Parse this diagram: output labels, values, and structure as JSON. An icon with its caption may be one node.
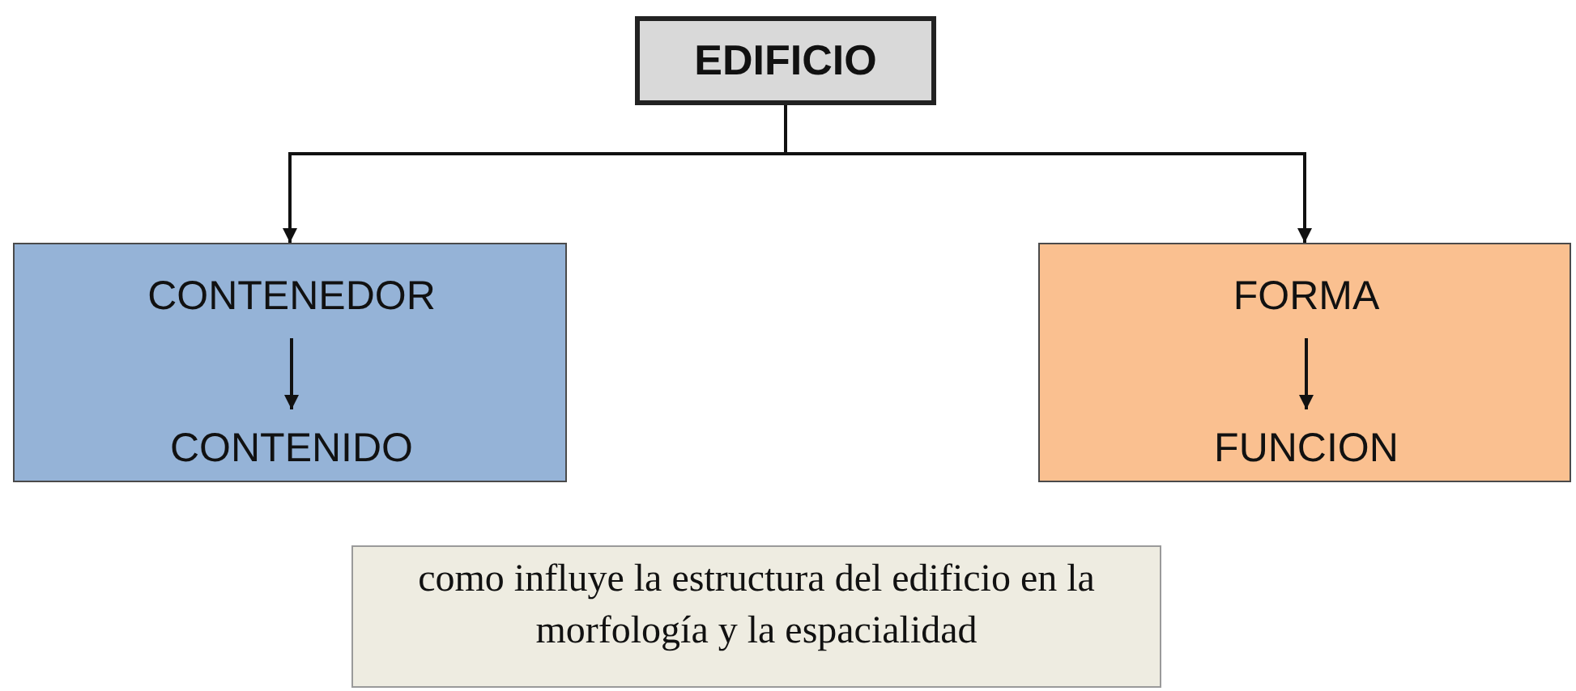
{
  "diagram": {
    "nodes": [
      {
        "text": [
          "EDIFICIO"
        ]
      },
      {
        "text": [],
        "shape": "box"
      },
      {
        "text": [
          "CONTENEDOR"
        ],
        "in": 1
      },
      {
        "text": [
          "CONTENIDO"
        ],
        "in": 1
      },
      {
        "text": [],
        "shape": "box"
      },
      {
        "text": [
          "FORMA"
        ],
        "in": 4
      },
      {
        "text": [
          "FUNCION"
        ],
        "in": 4
      },
      {
        "text": [
          "como influye la estructura del edificio en la morfología y la espacialidad"
        ]
      }
    ],
    "edges": [
      {
        "from": 0,
        "to": 1,
        "arrow": "to"
      },
      {
        "from": 0,
        "to": 4,
        "arrow": "to"
      },
      {
        "from": 2,
        "to": 3,
        "arrow": "to"
      },
      {
        "from": 5,
        "to": 6,
        "arrow": "to"
      }
    ]
  }
}
